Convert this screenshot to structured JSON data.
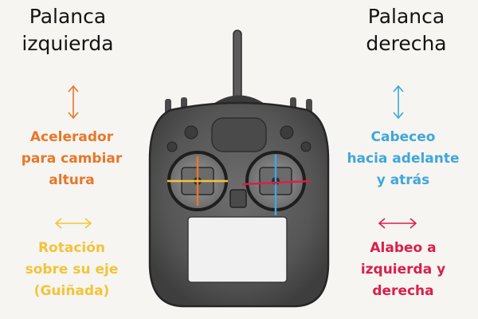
{
  "left_stick": {
    "title_lines": [
      "Palanca",
      "izquierda"
    ],
    "throttle_lines": [
      "Acelerador",
      "para cambiar",
      "altura"
    ],
    "yaw_lines": [
      "Rotación",
      "sobre su eje",
      "(Guiñada)"
    ]
  },
  "right_stick": {
    "title_lines": [
      "Palanca",
      "derecha"
    ],
    "pitch_lines": [
      "Cabeceo",
      "hacia adelante",
      "y atrás"
    ],
    "roll_lines": [
      "Alabeo a",
      "izquierda y",
      "derecha"
    ]
  },
  "colors": {
    "throttle": "#e8772a",
    "yaw": "#f2c43a",
    "pitch": "#3fa7db",
    "roll": "#d8204a",
    "text": "#141414",
    "background": "#f6f5f1",
    "controller_body": "#5a5a5a"
  },
  "icons": [
    "vertical-arrow-icon",
    "horizontal-arrow-icon",
    "radio-controller-icon"
  ]
}
